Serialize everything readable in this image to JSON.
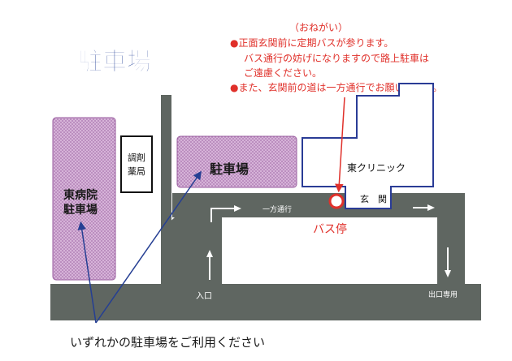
{
  "title": "駐車場",
  "notice": {
    "header": "（おねがい）",
    "line1": "●正面玄関前に定期バスが参ります。",
    "line2": "バス通行の妨げになりますので路上駐車は",
    "line3": "ご遠慮ください。",
    "line4": "●また、玄関前の道は一方通行でお願いします。"
  },
  "places": {
    "east_hospital_parking_line1": "東病院",
    "east_hospital_parking_line2": "駐車場",
    "pharmacy_line1": "調剤",
    "pharmacy_line2": "薬局",
    "parking_lot": "駐車場",
    "clinic": "東クリニック",
    "entrance": "玄　関"
  },
  "road_labels": {
    "one_way": "一方通行",
    "bus_stop": "バス停",
    "entry": "入口",
    "exit_only": "出口専用"
  },
  "footer": "いずれかの駐車場をご利用ください",
  "colors": {
    "road": "#5f6661",
    "parking_fill": "#cfa6d3",
    "parking_stroke": "#9a5e9f",
    "clinic_stroke": "#2a3c96",
    "notice_red": "#e0302a",
    "title_blue": "#1e3c94",
    "footer_arrow": "#253f93"
  }
}
